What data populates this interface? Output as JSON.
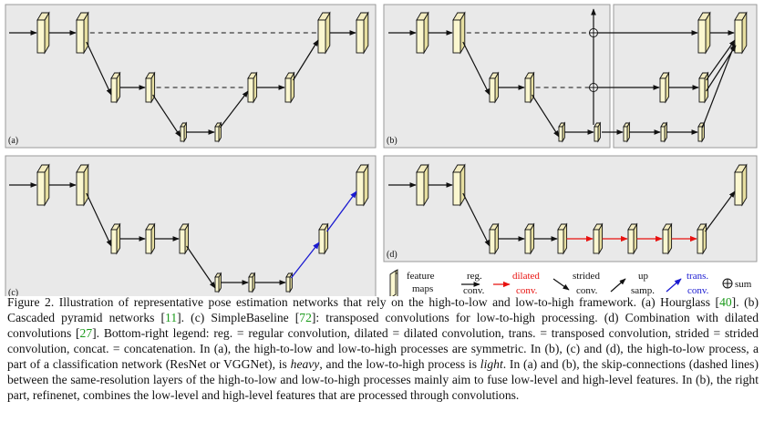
{
  "panels": {
    "a": "(a)",
    "b": "(b)",
    "c": "(c)",
    "d": "(d)"
  },
  "legend": {
    "feature_maps": [
      "feature",
      "maps"
    ],
    "reg_conv": [
      "reg.",
      "conv."
    ],
    "dilated_conv": [
      "dilated",
      "conv."
    ],
    "strided_conv": [
      "strided",
      "conv."
    ],
    "up_samp": [
      "up",
      "samp."
    ],
    "trans_conv": [
      "trans.",
      "conv."
    ],
    "sum": "sum"
  },
  "colors": {
    "dilated": "#e8110f",
    "transposed": "#1a1ad0",
    "citation": "#1a9a1a",
    "feature_map_fill": "#fbf7d0",
    "panel_bg": "#e9e9e9"
  },
  "caption": {
    "text": [
      "Figure 2. Illustration of representative pose estimation networks that rely on the high-to-low and low-to-high framework. (a) Hourglass [",
      "40",
      "]. (b) Cascaded pyramid networks [",
      "11",
      "]. (c) SimpleBaseline [",
      "72",
      "]: transposed convolutions for low-to-high processing. (d) Combination with dilated convolutions [",
      "27",
      "]. Bottom-right legend: reg. = regular convolution, dilated = dilated convolution, trans. = transposed convolution, strided = strided convolution, concat. = concatenation. In (a), the high-to-low and low-to-high processes are symmetric. In (b), (c) and (d), the high-to-low process, a part of a classification network (ResNet or VGGNet), is ",
      "heavy",
      ", and the low-to-high process is ",
      "light",
      ". In (a) and (b), the skip-connections (dashed lines) between the same-resolution layers of the high-to-low and low-to-high processes mainly aim to fuse low-level and high-level features. In (b), the right part, refinenet, combines the low-level and high-level features that are processed through convolutions."
    ]
  }
}
